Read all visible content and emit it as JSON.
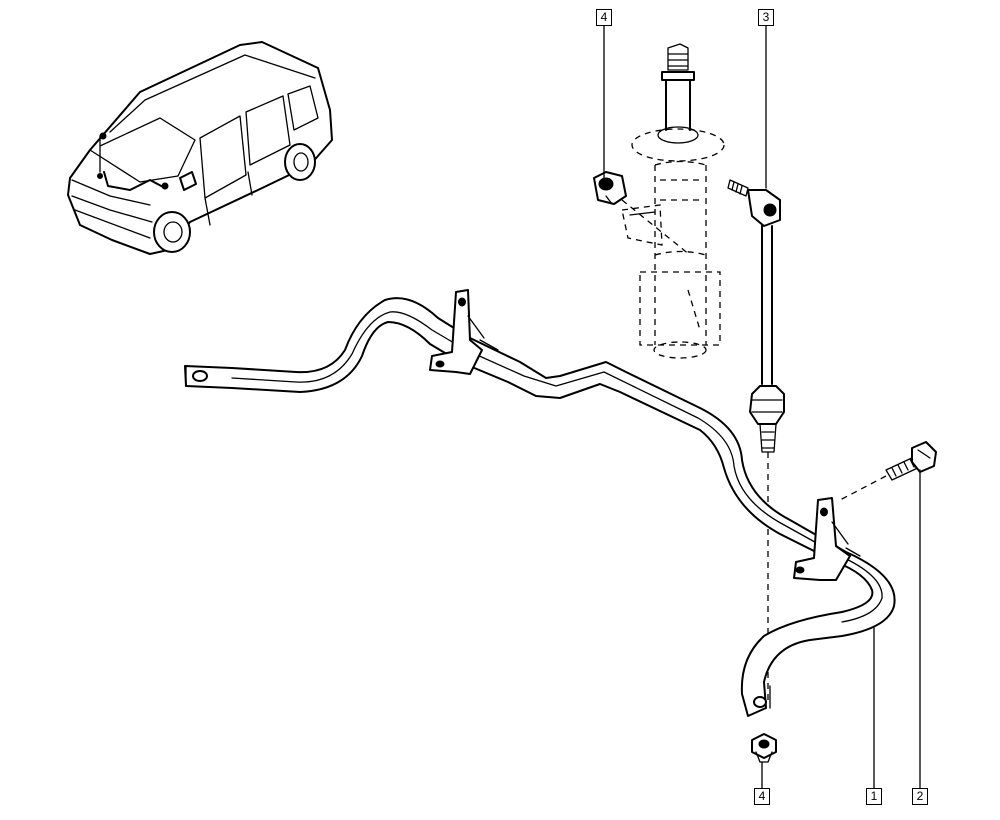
{
  "callouts": [
    {
      "id": "c1",
      "label": "1"
    },
    {
      "id": "c2",
      "label": "2"
    },
    {
      "id": "c3",
      "label": "3"
    },
    {
      "id": "c4a",
      "label": "4"
    },
    {
      "id": "c4b",
      "label": "4"
    }
  ]
}
